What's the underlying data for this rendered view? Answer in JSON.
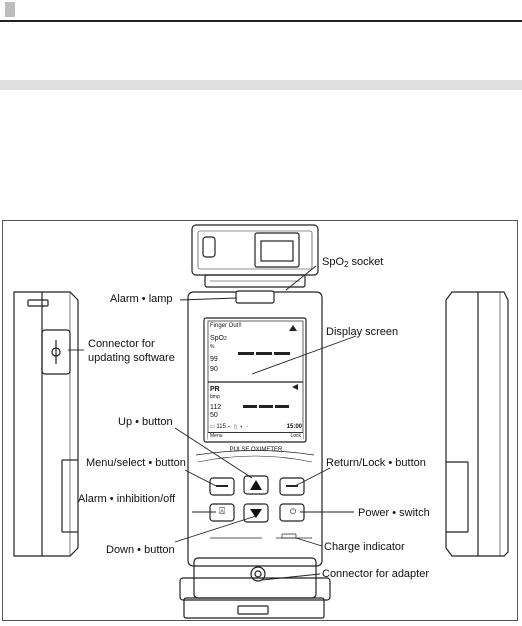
{
  "labels": {
    "spo2_socket_main": "SpO",
    "spo2_socket_sub": "2",
    "spo2_socket_tail": " socket",
    "alarm_lamp": "Alarm • lamp",
    "connector_update_1": "Connector for",
    "connector_update_2": "updating software",
    "display_screen": "Display screen",
    "up_button": "Up • button",
    "menu_select_button": "Menu/select • button",
    "return_lock_button": "Return/Lock • button",
    "alarm_inhibition": "Alarm • inhibition/off",
    "power_switch": "Power • switch",
    "down_button": "Down • button",
    "charge_indicator": "Charge indicator",
    "connector_adapter": "Connector for adapter"
  },
  "device": {
    "brand_text": "PULSE OXIMETER",
    "screen": {
      "alert": "Finger Out!!",
      "spo2_label": "SpO",
      "spo2_sub": "2",
      "spo2_unit": "%",
      "spo2_upper": "99",
      "spo2_lower": "90",
      "pr_label": "PR",
      "pr_unit": "bmp",
      "pr_upper": "112",
      "pr_lower": "50",
      "status_value": "115",
      "time": "15:00",
      "menu": "Menu",
      "lock": "Lock"
    }
  }
}
